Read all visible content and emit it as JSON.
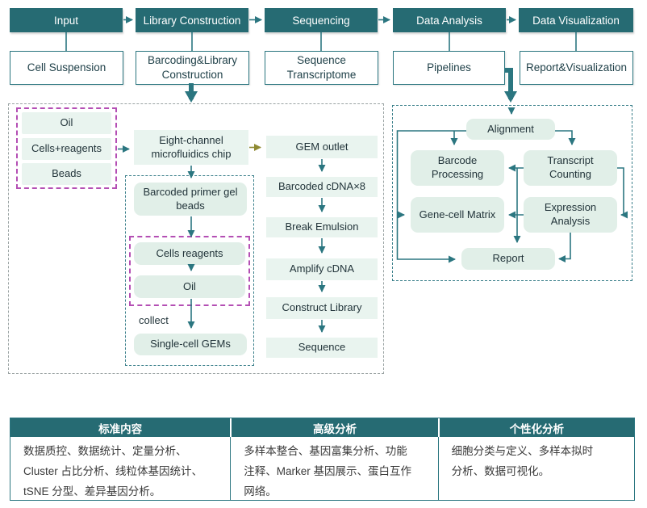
{
  "stages": [
    {
      "label": "Input",
      "sub": "Cell Suspension"
    },
    {
      "label": "Library Construction",
      "sub": "Barcoding&Library Construction"
    },
    {
      "label": "Sequencing",
      "sub": "Sequence Transcriptome"
    },
    {
      "label": "Data Analysis",
      "sub": "Pipelines"
    },
    {
      "label": "Data Visualization",
      "sub": "Report&Visualization"
    }
  ],
  "library": {
    "oil": "Oil",
    "cells_reagents": "Cells+reagents",
    "beads": "Beads",
    "chip": "Eight-channel microfluidics chip",
    "gel_beads": "Barcoded primer gel beads",
    "droplet_cells": "Cells reagents",
    "droplet_oil": "Oil",
    "collect": "collect",
    "gems": "Single-cell GEMs"
  },
  "sequencing_chain": [
    "GEM outlet",
    "Barcoded cDNA×8",
    "Break Emulsion",
    "Amplify cDNA",
    "Construct Library",
    "Sequence"
  ],
  "analysis": {
    "alignment": "Alignment",
    "barcode_processing": "Barcode Processing",
    "transcript_counting": "Transcript Counting",
    "gene_cell_matrix": "Gene-cell Matrix",
    "expression_analysis": "Expression Analysis",
    "report": "Report"
  },
  "table": {
    "columns": [
      {
        "header": "标准内容",
        "content": "数据质控、数据统计、定量分析、\nCluster 占比分析、线粒体基因统计、\ntSNE 分型、差异基因分析。"
      },
      {
        "header": "高级分析",
        "content": "多样本整合、基因富集分析、功能\n注释、Marker 基因展示、蛋白互作\n网络。"
      },
      {
        "header": "个性化分析",
        "content": "细胞分类与定义、多样本拟时\n分析、数据可视化。"
      }
    ]
  },
  "colors": {
    "teal": "#266b73",
    "line_teal": "#2b7680",
    "light_box": "#e9f4ef",
    "olive": "#8f8a33",
    "purple": "#b44fb4",
    "gray_dash": "#9aa3a3"
  }
}
